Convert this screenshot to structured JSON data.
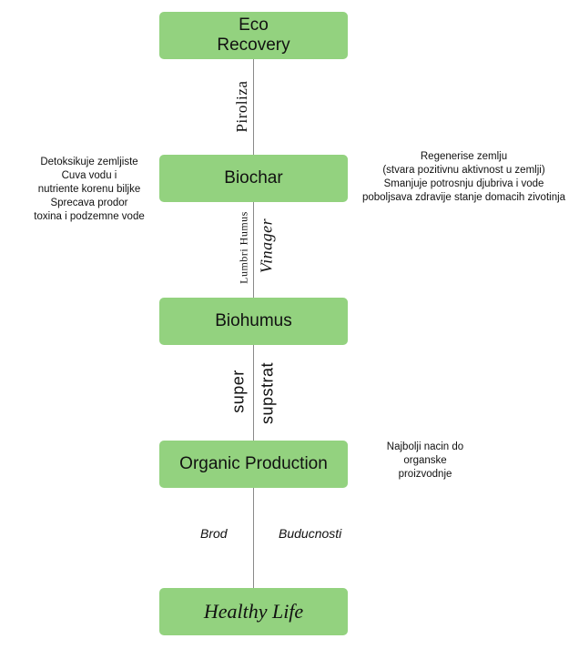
{
  "nodes": {
    "eco_recovery": "Eco\nRecovery",
    "biochar": "Biochar",
    "biohumus": "Biohumus",
    "organic_production": "Organic Production",
    "healthy_life": "Healthy Life"
  },
  "edges": {
    "eco_to_biochar": "Piroliza",
    "biochar_to_biohumus_left": "Lumbri Humus",
    "biochar_to_biohumus_right": "Vinager",
    "biohumus_to_organic_left": "super",
    "biohumus_to_organic_right": "supstrat",
    "organic_to_healthy_left": "Brod",
    "organic_to_healthy_right": "Buducnosti"
  },
  "notes": {
    "biochar_left": "Detoksikuje zemljiste\nCuva vodu i\nnutriente korenu biljke\nSprecava prodor\ntoxina i podzemne vode",
    "biochar_right": "Regenerise zemlju\n(stvara pozitivnu aktivnost u zemlji)\nSmanjuje potrosnju djubriva i vode\npoboljsava zdravije stanje domacih zivotinja",
    "organic_right": "Najbolji nacin do\norganske\nproizvodnje"
  },
  "colors": {
    "box_fill": "#93d27f",
    "connector": "#8a8a8a"
  }
}
